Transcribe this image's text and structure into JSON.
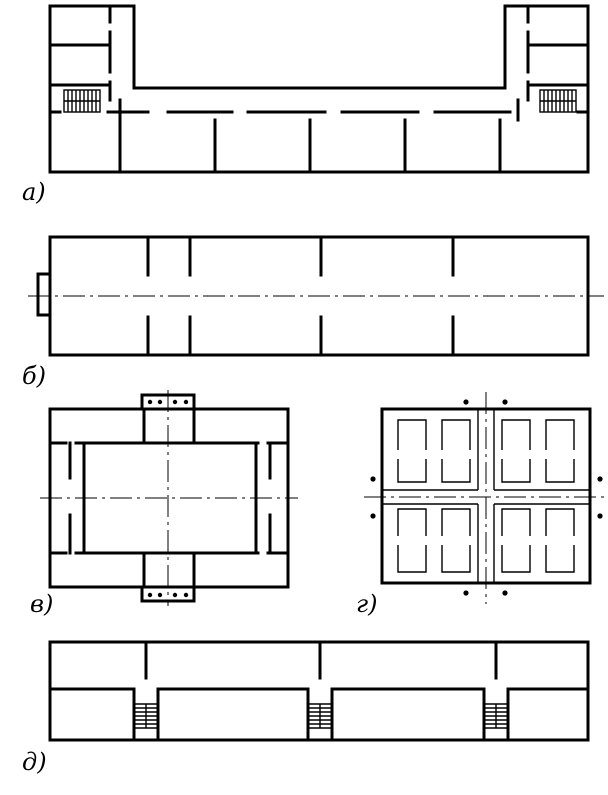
{
  "labels": {
    "a": "а)",
    "b": "б)",
    "v": "в)",
    "g": "г)",
    "d": "д)"
  }
}
